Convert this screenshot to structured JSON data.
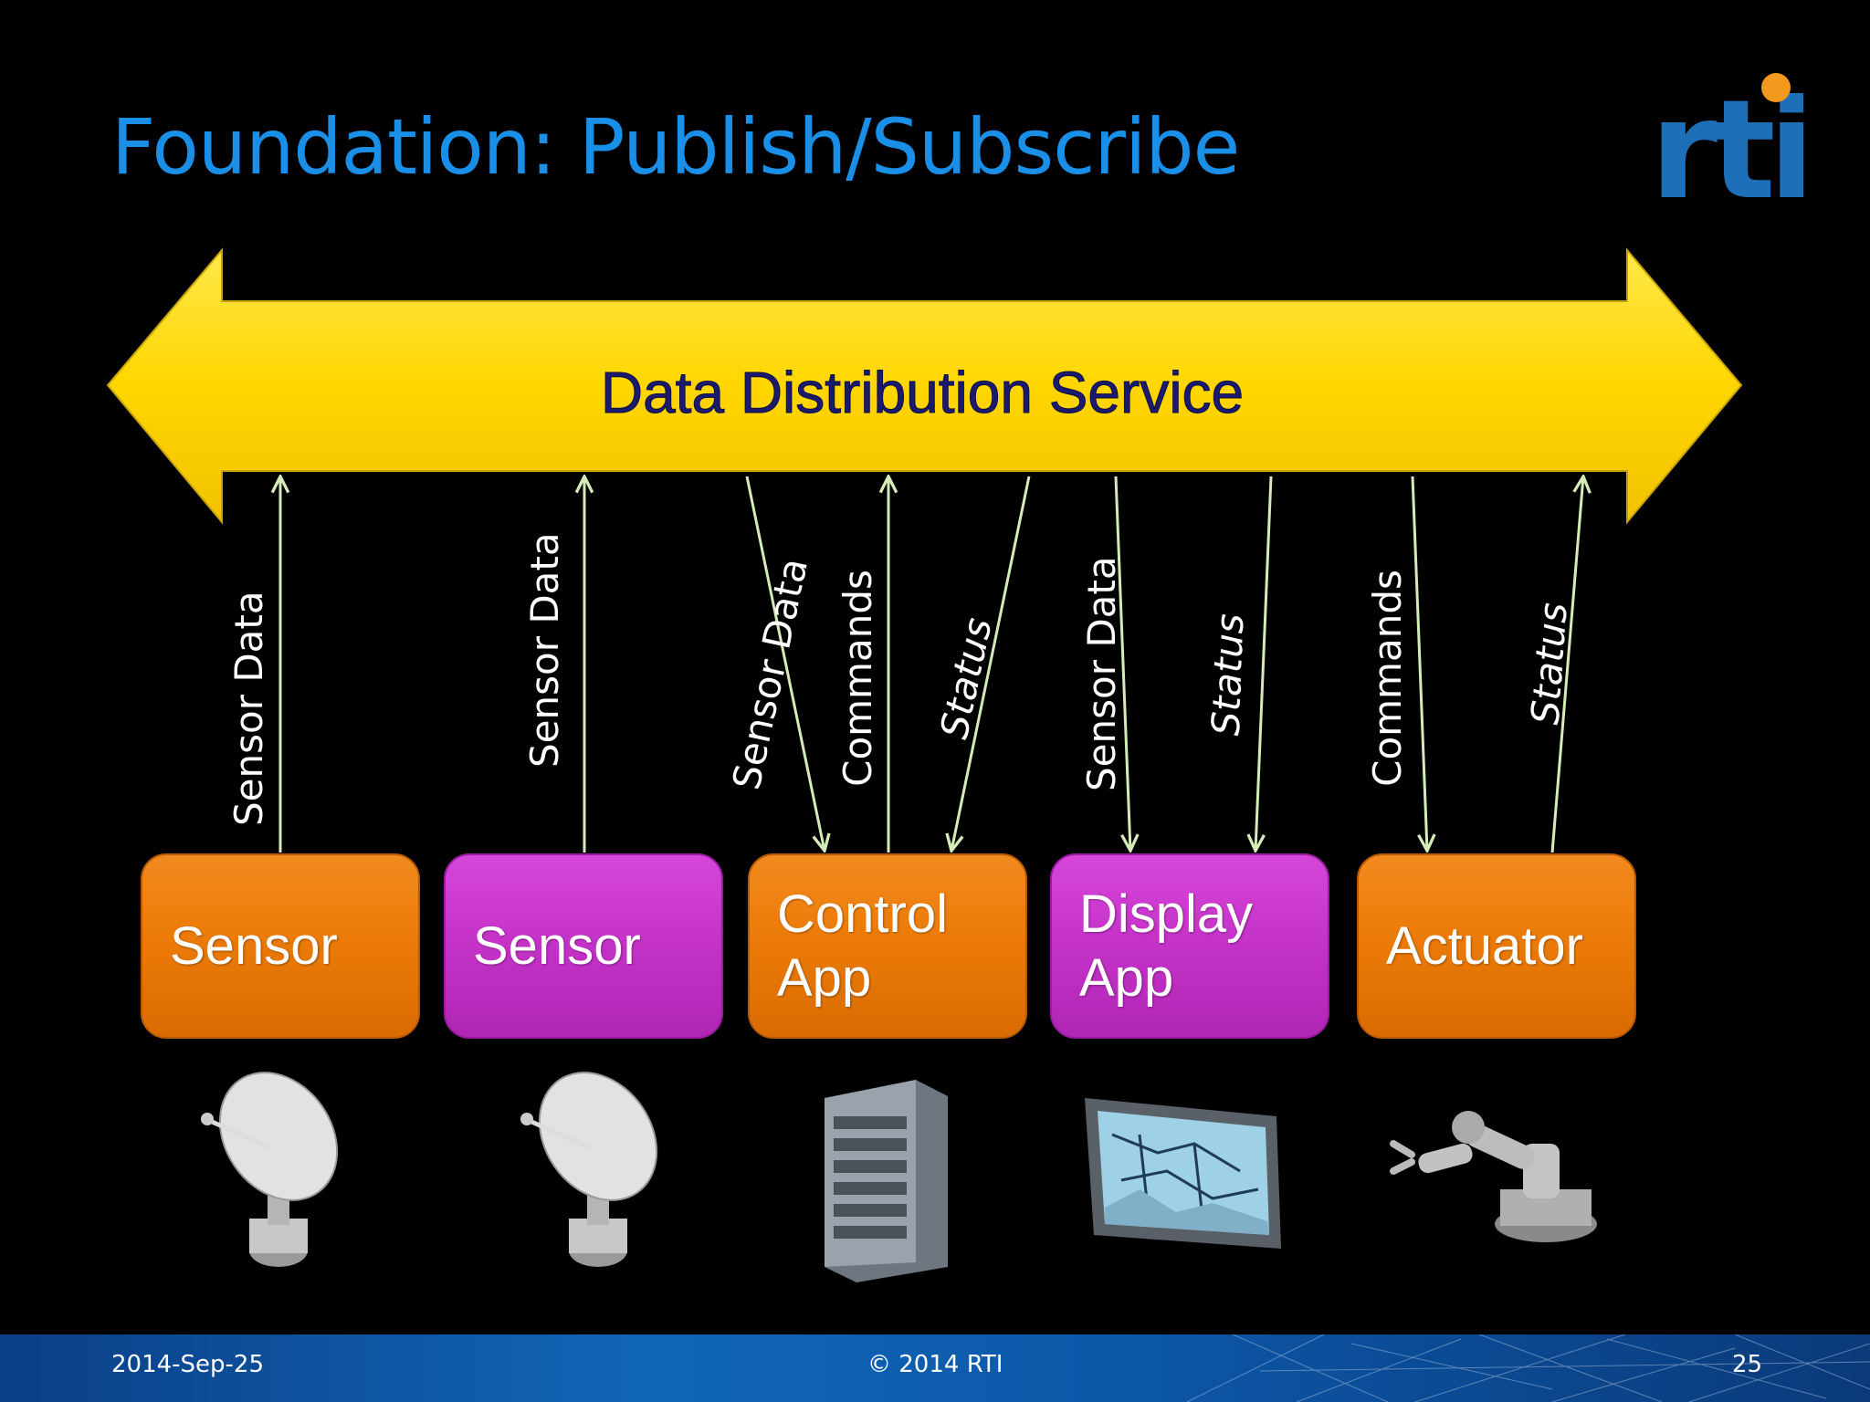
{
  "slide": {
    "title": "Foundation: Publish/Subscribe",
    "logo_text": "rti"
  },
  "bus": {
    "label": "Data Distribution Service"
  },
  "nodes": [
    {
      "lines": [
        "Sensor"
      ],
      "color": "#ec7b08"
    },
    {
      "lines": [
        "Sensor"
      ],
      "color": "#c633c9"
    },
    {
      "lines": [
        "Control",
        "App"
      ],
      "color": "#ec7b08"
    },
    {
      "lines": [
        "Display",
        "App"
      ],
      "color": "#c633c9"
    },
    {
      "lines": [
        "Actuator"
      ],
      "color": "#ec7b08"
    }
  ],
  "flows": [
    {
      "label": "Sensor Data",
      "direction": "publish"
    },
    {
      "label": "Sensor Data",
      "direction": "publish"
    },
    {
      "label": "Sensor Data",
      "direction": "subscribe"
    },
    {
      "label": "Commands",
      "direction": "publish"
    },
    {
      "label": "Status",
      "direction": "subscribe"
    },
    {
      "label": "Sensor Data",
      "direction": "subscribe"
    },
    {
      "label": "Status",
      "direction": "subscribe"
    },
    {
      "label": "Commands",
      "direction": "subscribe"
    },
    {
      "label": "Status",
      "direction": "publish"
    }
  ],
  "devices": [
    "satellite-dish-icon",
    "satellite-dish-icon",
    "server-tower-icon",
    "map-display-icon",
    "robot-arm-icon"
  ],
  "footer": {
    "date": "2014-Sep-25",
    "copyright": "© 2014 RTI",
    "page_number": "25"
  },
  "colors": {
    "title": "#1a8fe8",
    "bus": "#ffd700",
    "bus_text": "#1a1a6e",
    "arrows": "#d6ecb8",
    "orange": "#ec7b08",
    "magenta": "#c633c9",
    "footer": "#0c57a8"
  }
}
